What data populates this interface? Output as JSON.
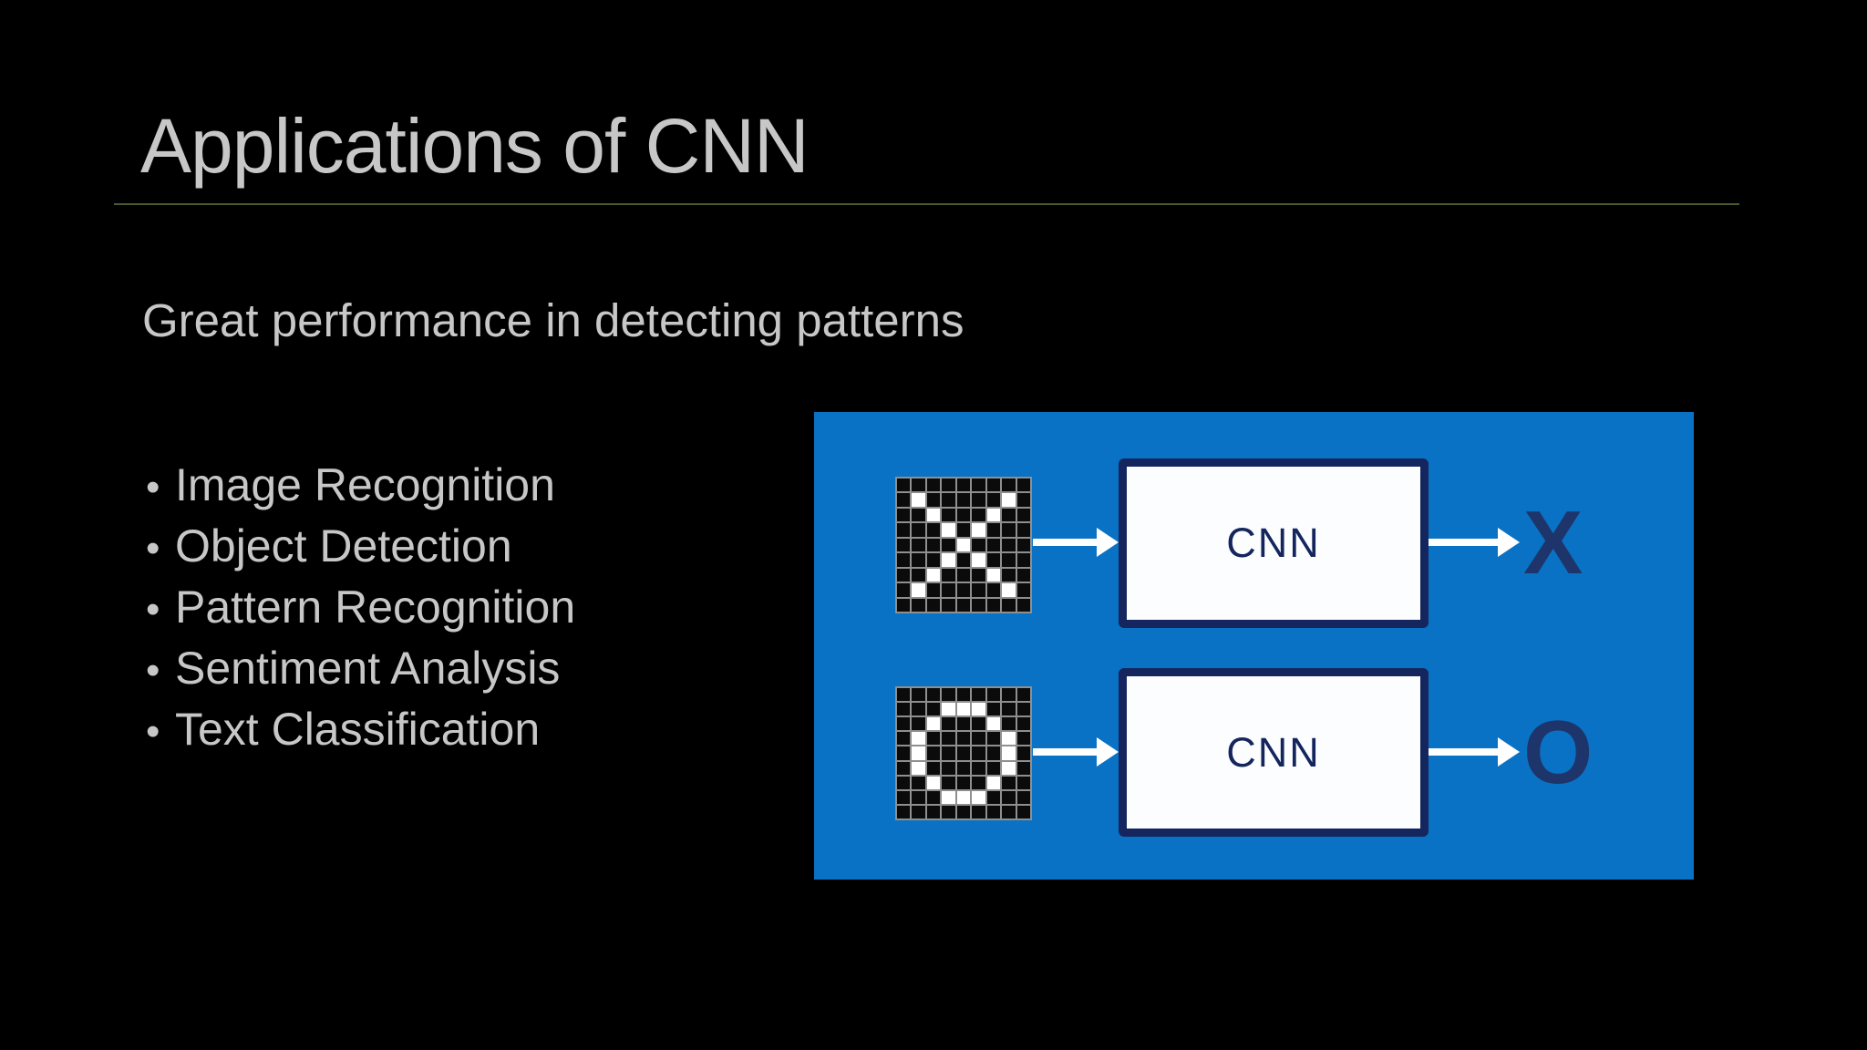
{
  "slide": {
    "title": "Applications of CNN",
    "subtitle": "Great performance in detecting patterns",
    "bullet_char": "•",
    "bullets": [
      "Image Recognition",
      "Object Detection",
      "Pattern Recognition",
      "Sentiment Analysis",
      "Text Classification"
    ]
  },
  "diagram": {
    "rows": [
      {
        "input": "x-pixel-grid",
        "box_label": "CNN",
        "output": "X"
      },
      {
        "input": "o-pixel-grid",
        "box_label": "CNN",
        "output": "O"
      }
    ],
    "grids": {
      "x": [
        "000000000",
        "010000010",
        "001000100",
        "000101000",
        "000010000",
        "000101000",
        "001000100",
        "010000010",
        "000000000"
      ],
      "o": [
        "000000000",
        "000111000",
        "001000100",
        "010000010",
        "010000010",
        "010000010",
        "001000100",
        "000111000",
        "000000000"
      ]
    }
  },
  "colors": {
    "text_gray": "#c7c7c7",
    "rule_green": "#4c5a32",
    "panel_blue": "#0a72c4",
    "navy": "#15265e",
    "letter_navy": "#1d356b",
    "grid_line": "#8f8f8f"
  }
}
